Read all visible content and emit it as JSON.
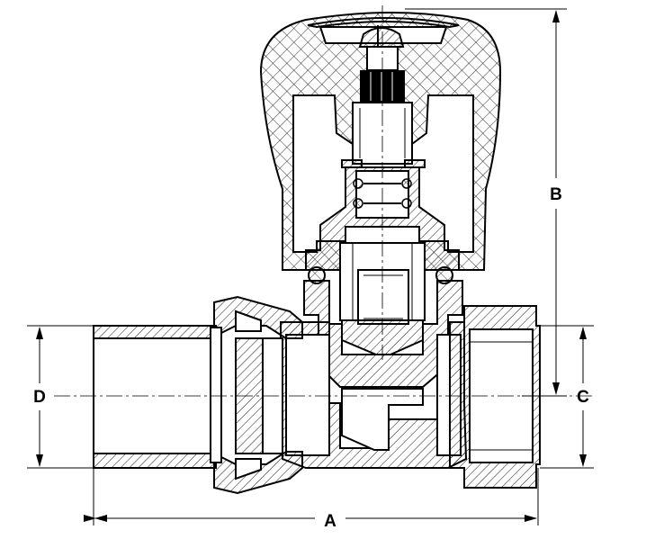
{
  "drawing": {
    "dimensions": {
      "a": "A",
      "b": "B",
      "c": "C",
      "d": "D"
    }
  },
  "colors": {
    "line": "#000000",
    "background": "#ffffff",
    "seat_insert": "#000000"
  }
}
